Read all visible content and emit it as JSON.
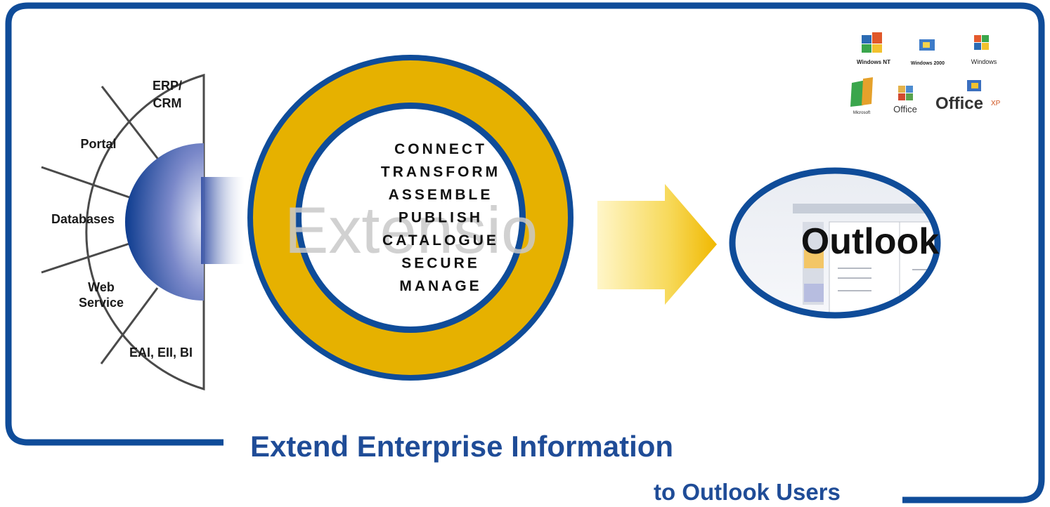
{
  "sources": {
    "segments": [
      {
        "label": "ERP/\nCRM"
      },
      {
        "label": "Portal"
      },
      {
        "label": "Databases"
      },
      {
        "label": "Web\nService"
      },
      {
        "label": "EAI, EII, BI"
      }
    ]
  },
  "core": {
    "watermark": "Extensio",
    "steps": [
      "CONNECT",
      "TRANSFORM",
      "ASSEMBLE",
      "PUBLISH",
      "CATALOGUE",
      "SECURE",
      "MANAGE"
    ]
  },
  "target": {
    "label": "Outlook"
  },
  "logos": {
    "items": [
      {
        "name": "windows-nt-logo",
        "text": "Windows NT"
      },
      {
        "name": "windows-2000-logo",
        "text": "Windows 2000"
      },
      {
        "name": "windows-xp-logo",
        "text": "Windows"
      },
      {
        "name": "office-logo-1",
        "text": "Microsoft"
      },
      {
        "name": "office-logo-2",
        "text": "Office"
      },
      {
        "name": "office-xp-logo",
        "text": "Office XP"
      }
    ]
  },
  "titles": {
    "main": "Extend Enterprise Information",
    "sub": "to Outlook Users"
  },
  "colors": {
    "frame": "#0f4c99",
    "ring_outer": "#0f4c99",
    "ring_gold": "#e6b100",
    "title": "#1f4c97",
    "arrow": "#f0c000"
  }
}
